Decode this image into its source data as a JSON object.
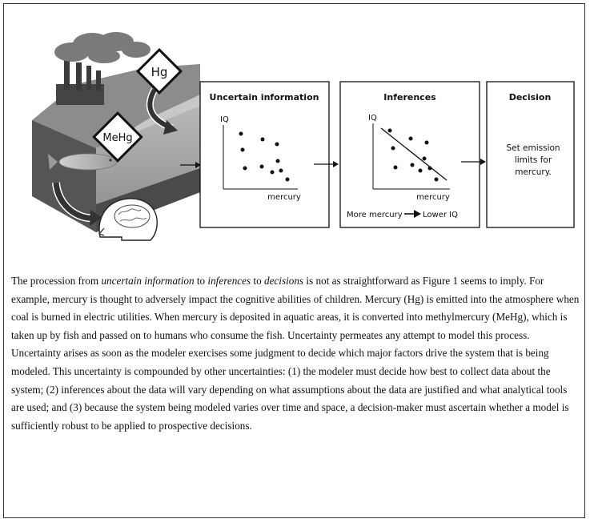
{
  "scene": {
    "hg_label": "Hg",
    "mehg_label": "MeHg"
  },
  "panels": {
    "uncertain": {
      "title": "Uncertain information",
      "y_axis": "IQ",
      "x_axis": "mercury"
    },
    "inferences": {
      "title": "Inferences",
      "y_axis": "IQ",
      "x_axis": "mercury",
      "note_left": "More mercury",
      "note_right": "Lower IQ"
    },
    "decision": {
      "title": "Decision",
      "text_line1": "Set emission",
      "text_line2": "limits for",
      "text_line3": "mercury."
    }
  },
  "caption": {
    "part1": "The procession from ",
    "em1": "uncertain information",
    "part2": " to ",
    "em2": "inferences",
    "part3": " to ",
    "em3": "decisions",
    "part4": " is not as straightforward as Figure 1 seems to imply.  For example, mercury is thought to adversely impact the cognitive abilities of children. Mercury (Hg) is emitted into the atmosphere when coal is burned in electric utilities.  When mercury is deposited in aquatic areas, it is converted into methylmercury (MeHg), which is taken up by fish and passed on to humans who consume the fish. Uncertainty permeates any attempt to model this process. Uncertainty arises as soon as the modeler exercises some judgment to decide which major factors drive the system that is being modeled.  This uncertainty is compounded by other uncertainties: (1) the modeler must decide how best to collect data about the system; (2) inferences about the data will vary depending on what assumptions about the data are justified and what analytical tools are used; and (3) because the system being modeled varies over time and space, a decision-maker must ascertain whether a model is sufficiently robust to be applied to prospective decisions."
  }
}
